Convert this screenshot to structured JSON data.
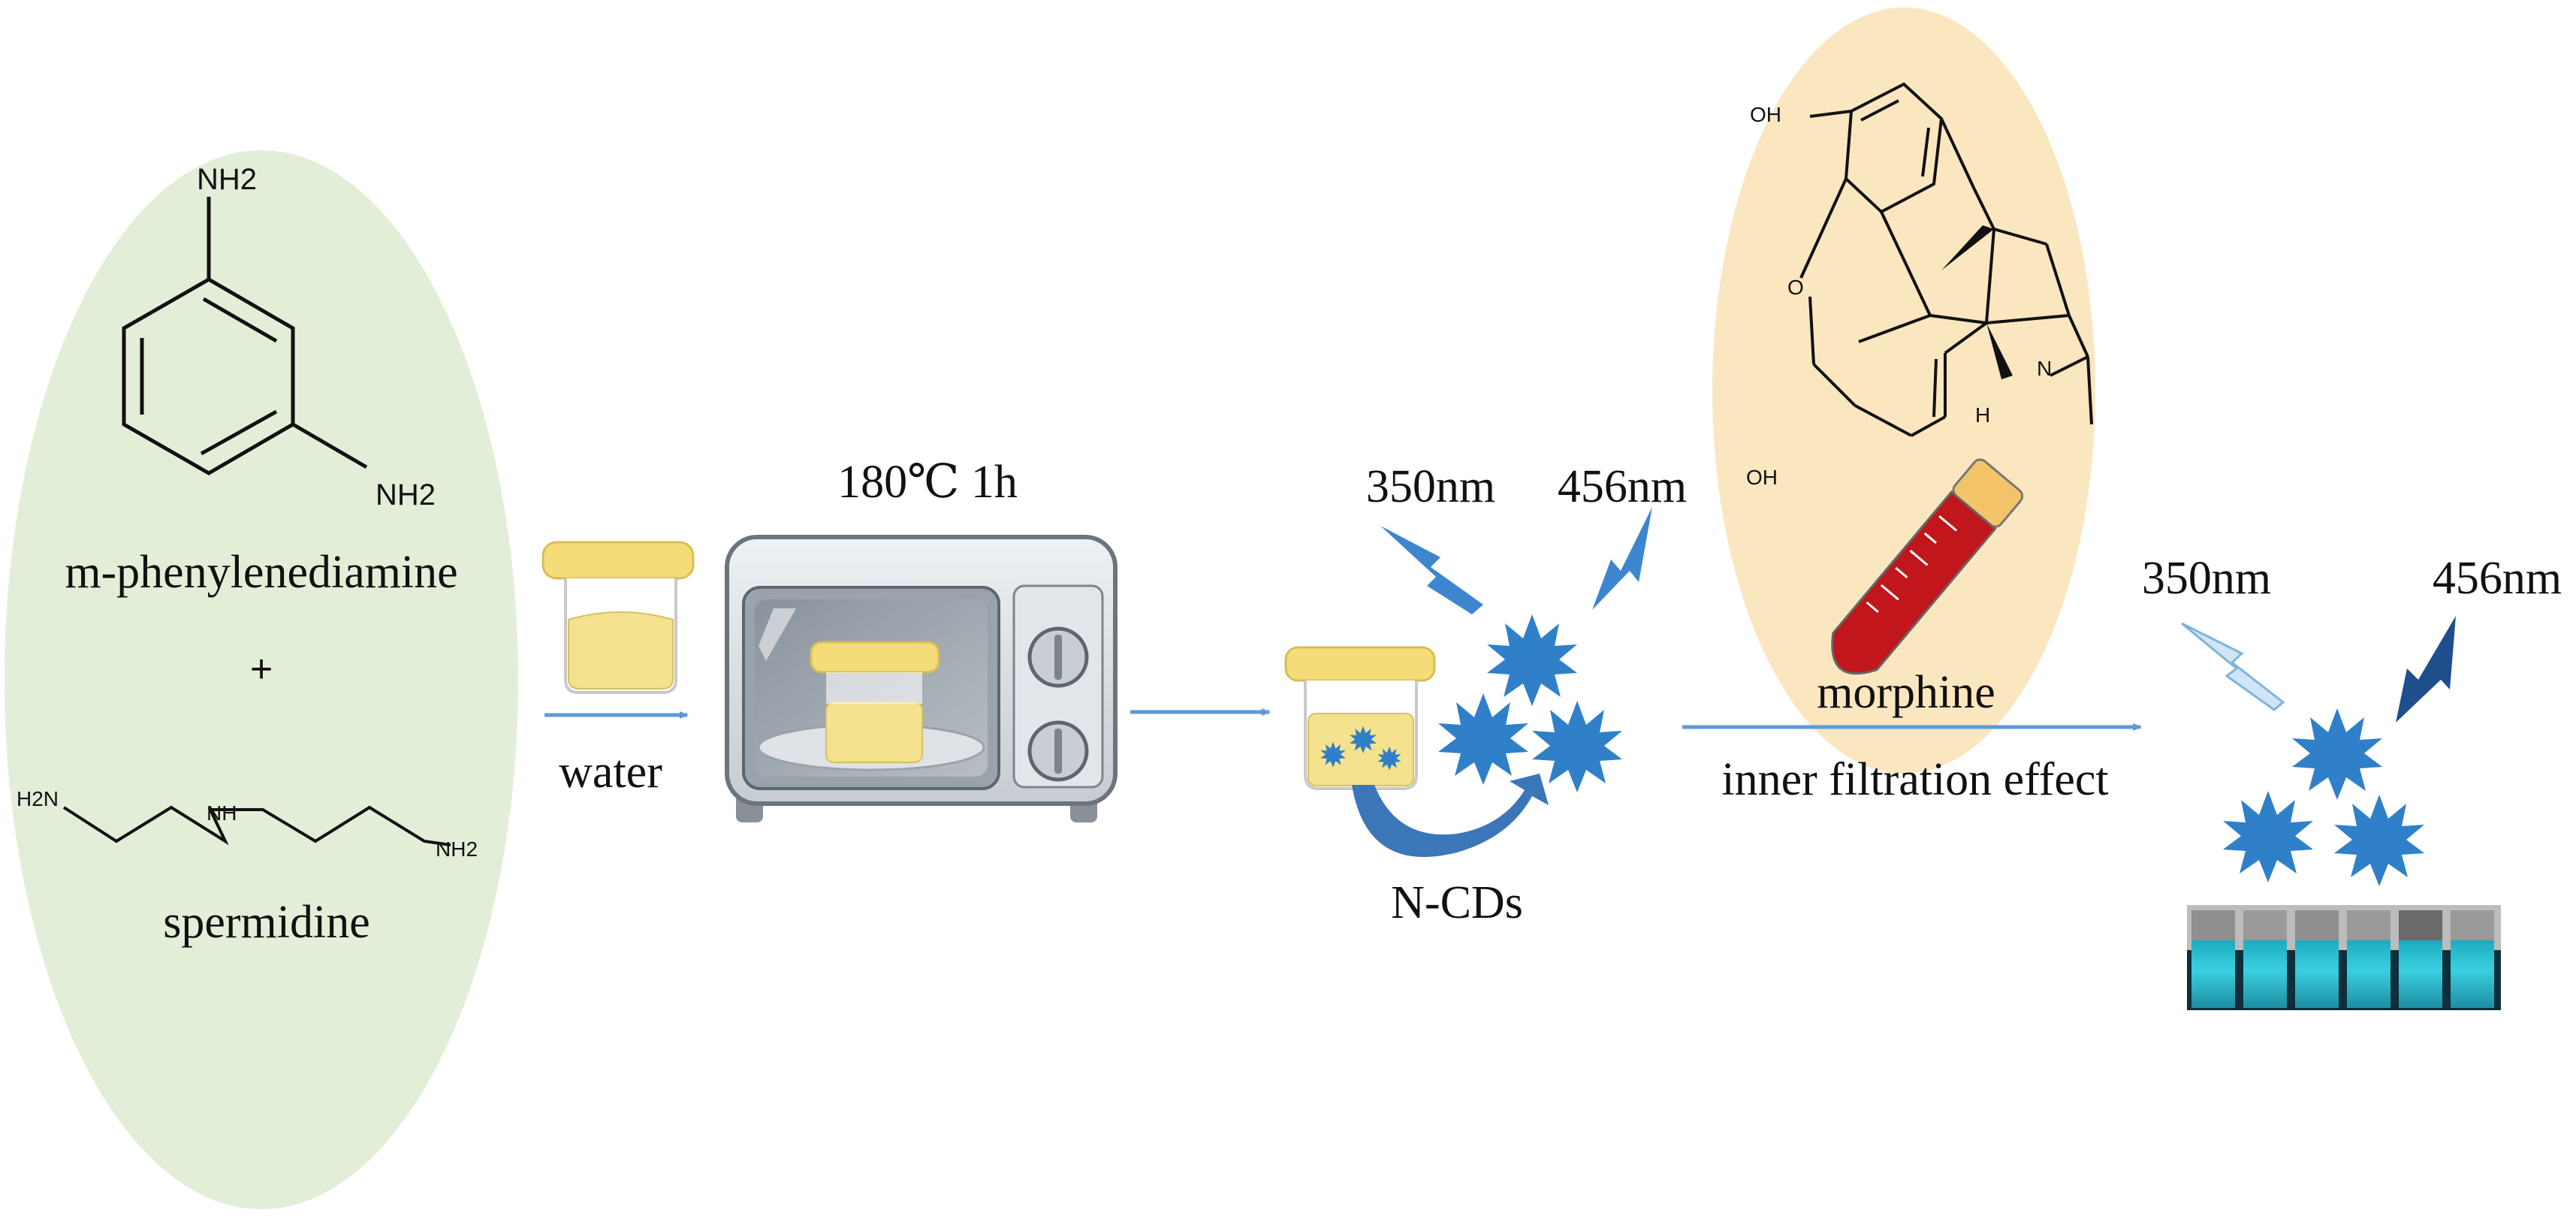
{
  "diagram": {
    "reactants": {
      "amine_top": "NH2",
      "amine_side": "NH2",
      "compound1": "m-phenylenediamine",
      "plus": "+",
      "spermidine_left": "H2N",
      "spermidine_mid": "NH",
      "spermidine_right": "NH2",
      "compound2": "spermidine"
    },
    "step1": {
      "solvent": "water"
    },
    "step2": {
      "condition": "180℃ 1h"
    },
    "product": {
      "excitation": "350nm",
      "emission": "456nm",
      "label": "N-CDs"
    },
    "analyte": {
      "oh_top": "OH",
      "o_ring": "O",
      "n_atom": "N",
      "h_atom": "H",
      "oh_bottom": "OH",
      "label": "morphine",
      "mechanism": "inner filtration effect"
    },
    "detection": {
      "excitation": "350nm",
      "emission": "456nm",
      "cuvette_count": 6
    }
  },
  "colors": {
    "reactant_ellipse": "#e3eed9",
    "analyte_ellipse": "#fbe7bf",
    "arrow": "#5b9bd5",
    "star": "#2f80c8",
    "solution": "#f5e28e",
    "lid": "#f6dc78",
    "blood": "#c0161c",
    "fluorescence": "#3ad0e0"
  }
}
